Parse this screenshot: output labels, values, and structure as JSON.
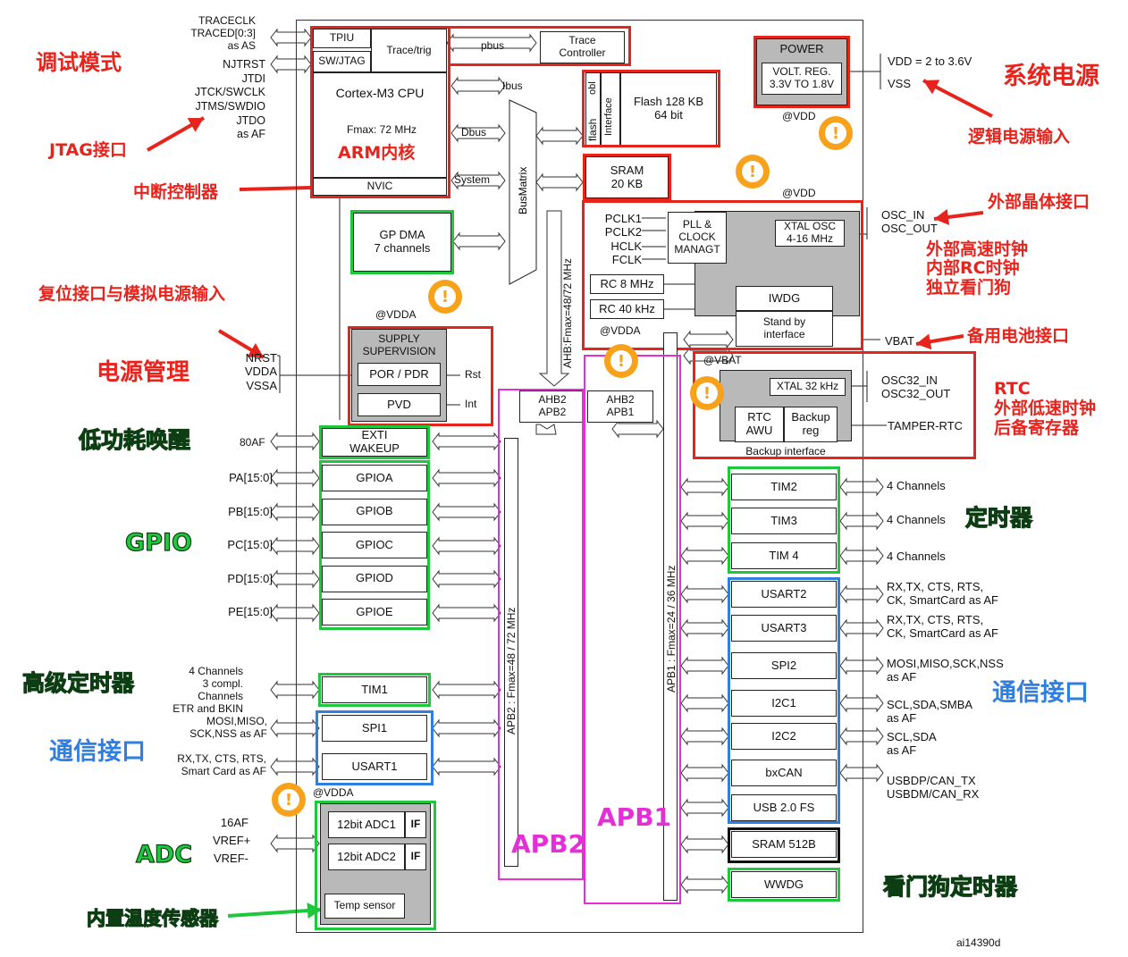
{
  "diagram": {
    "trace_signals": "TRACECLK\nTRACED[0:3]\nas AS",
    "jtag_signals": "NJTRST\nJTDI\nJTCK/SWCLK\nJTMS/SWDIO\nJTDO\nas AF",
    "tpiu": "TPIU",
    "swjtag": "SW/JTAG",
    "trace_trig": "Trace/trig",
    "pbus": "pbus",
    "trace_controller": "Trace\nController",
    "cpu": "Cortex-M3 CPU",
    "fmax_cpu": "Fmax: 72 MHz",
    "nvic": "NVIC",
    "ibus": "Ibus",
    "dbus": "Dbus",
    "system": "System",
    "busmatrix": "BusMatrix",
    "obl": "obl",
    "flash_obl": "flash",
    "interface": "Interface",
    "flash": "Flash 128 KB\n64 bit",
    "sram": "SRAM\n20 KB",
    "power": "POWER",
    "volt_reg": "VOLT. REG.\n3.3V TO 1.8V",
    "vdd_range": "VDD = 2 to 3.6V",
    "vss": "VSS",
    "at_vdd_1": "@VDD",
    "at_vdd_2": "@VDD",
    "gp_dma": "GP DMA\n7 channels",
    "clocks": "PCLK1\nPCLK2\nHCLK\nFCLK",
    "pll": "PLL &\nCLOCK\nMANAGT",
    "xtal_osc": "XTAL OSC\n4-16 MHz",
    "osc_pins": "OSC_IN\nOSC_OUT",
    "rc8": "RC 8 MHz",
    "rc40": "RC 40 kHz",
    "iwdg": "IWDG",
    "standby": "Stand by\ninterface",
    "vbat": "VBAT",
    "at_vdda_1": "@VDDA",
    "at_vdda_2": "@VDDA",
    "at_vdda_3": "@VDDA",
    "at_vbat": "@VBAT",
    "ahb_bus": "AHB:Fmax=48/72 MHz",
    "supply_supervision": "SUPPLY\nSUPERVISION",
    "por_pdr": "POR / PDR",
    "rst": "Rst",
    "pvd": "PVD",
    "int": "Int",
    "reset_pins": "NRST\nVDDA\nVSSA",
    "ahb2apb2": "AHB2\nAPB2",
    "ahb2apb1": "AHB2\nAPB1",
    "xtal32": "XTAL 32 kHz",
    "osc32_pins": "OSC32_IN\nOSC32_OUT",
    "rtc_awu": "RTC\nAWU",
    "backup_reg": "Backup\nreg",
    "tamper_rtc": "TAMPER-RTC",
    "backup_interface": "Backup interface",
    "af80": "80AF",
    "exti": "EXTI\nWAKEUP",
    "gpio_ports": [
      "PA[15:0]",
      "PB[15:0]",
      "PC[15:0]",
      "PD[15:0]",
      "PE[15:0]"
    ],
    "gpio_blocks": [
      "GPIOA",
      "GPIOB",
      "GPIOC",
      "GPIOD",
      "GPIOE"
    ],
    "apb2_bus": "APB2 : Fmax=48 / 72 MHz",
    "apb1_bus": "APB1 : Fmax=24 / 36 MHz",
    "tim1_signals": "4 Channels\n3 compl. Channels\nETR and BKIN",
    "tim1": "TIM1",
    "spi1_signals": "MOSI,MISO,\nSCK,NSS as AF",
    "spi1": "SPI1",
    "usart1_signals": "RX,TX, CTS, RTS,\nSmart Card as AF",
    "usart1": "USART1",
    "adc_signals": "16AF\nVREF+\nVREF-",
    "adc1": "12bit ADC1",
    "adc2": "12bit ADC2",
    "if": "IF",
    "temp_sensor": "Temp sensor",
    "right_blocks": [
      "TIM2",
      "TIM3",
      "TIM 4",
      "USART2",
      "USART3",
      "SPI2",
      "I2C1",
      "I2C2",
      "bxCAN",
      "USB 2.0 FS",
      "SRAM 512B",
      "WWDG"
    ],
    "right_signals": [
      "4 Channels",
      "4 Channels",
      "4 Channels",
      "RX,TX, CTS, RTS,\nCK, SmartCard as AF",
      "RX,TX, CTS, RTS,\nCK, SmartCard as AF",
      "MOSI,MISO,SCK,NSS\nas AF",
      "SCL,SDA,SMBA\nas AF",
      "SCL,SDA\nas AF",
      "USBDP/CAN_TX\nUSBDM/CAN_RX"
    ],
    "figure_id": "ai14390d"
  },
  "annotations": {
    "debug_mode": "调试模式",
    "jtag": "JTAG接口",
    "arm_core": "ARM内核",
    "interrupt_ctrl": "中断控制器",
    "reset_power": "复位接口与模拟电源输入",
    "power_mgmt": "电源管理",
    "low_power_wakeup": "低功耗唤醒",
    "gpio": "GPIO",
    "adv_timer": "高级定时器",
    "comm_left": "通信接口",
    "adc": "ADC",
    "temp_sensor": "内置温度传感器",
    "system_power": "系统电源",
    "logic_power": "逻辑电源输入",
    "ext_crystal": "外部晶体接口",
    "clocks": "外部高速时钟\n内部RC时钟\n独立看门狗",
    "backup_battery": "备用电池接口",
    "rtc": "RTC\n外部低速时钟\n后备寄存器",
    "timers": "定时器",
    "comm_right": "通信接口",
    "watchdog": "看门狗定时器",
    "apb2": "APB2",
    "apb1": "APB1"
  },
  "colors": {
    "red": "#e8231c",
    "blue": "#2f7fe0",
    "green": "#1fc73d",
    "magenta": "#e52fd6",
    "orange": "#f7a21a",
    "gray": "#b9b9b9"
  }
}
